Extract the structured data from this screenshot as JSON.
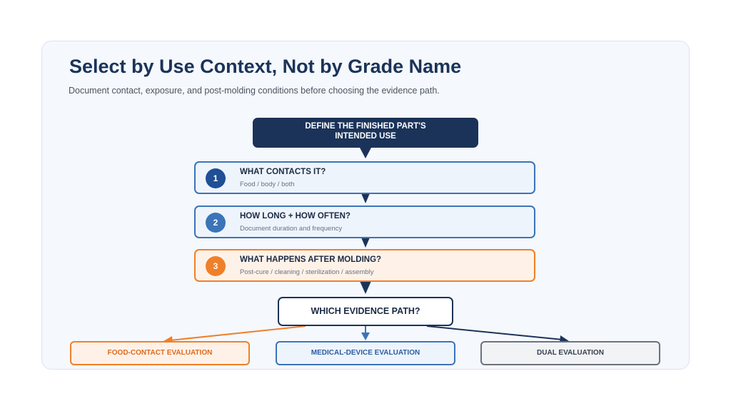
{
  "title": "Select by Use Context, Not by Grade Name",
  "subtitle": "Document contact, exposure, and post-molding conditions before choosing the evidence path.",
  "start": {
    "line1": "DEFINE THE FINISHED PART'S",
    "line2": "INTENDED USE"
  },
  "steps": [
    {
      "number": "1",
      "title": "WHAT CONTACTS IT?",
      "detail": "Food / body / both",
      "color": "#1f4f94"
    },
    {
      "number": "2",
      "title": "HOW LONG + HOW OFTEN?",
      "detail": "Document duration and frequency",
      "color": "#3b74b8"
    },
    {
      "number": "3",
      "title": "WHAT HAPPENS AFTER MOLDING?",
      "detail": "Post-cure / cleaning / sterilization / assembly",
      "color": "#f07f2a"
    }
  ],
  "decision": "WHICH EVIDENCE PATH?",
  "outcomes": [
    {
      "label": "FOOD-CONTACT EVALUATION",
      "color": "#f07f2a"
    },
    {
      "label": "MEDICAL-DEVICE EVALUATION",
      "color": "#3b74b8"
    },
    {
      "label": "DUAL EVALUATION",
      "color": "#6b7280"
    }
  ]
}
